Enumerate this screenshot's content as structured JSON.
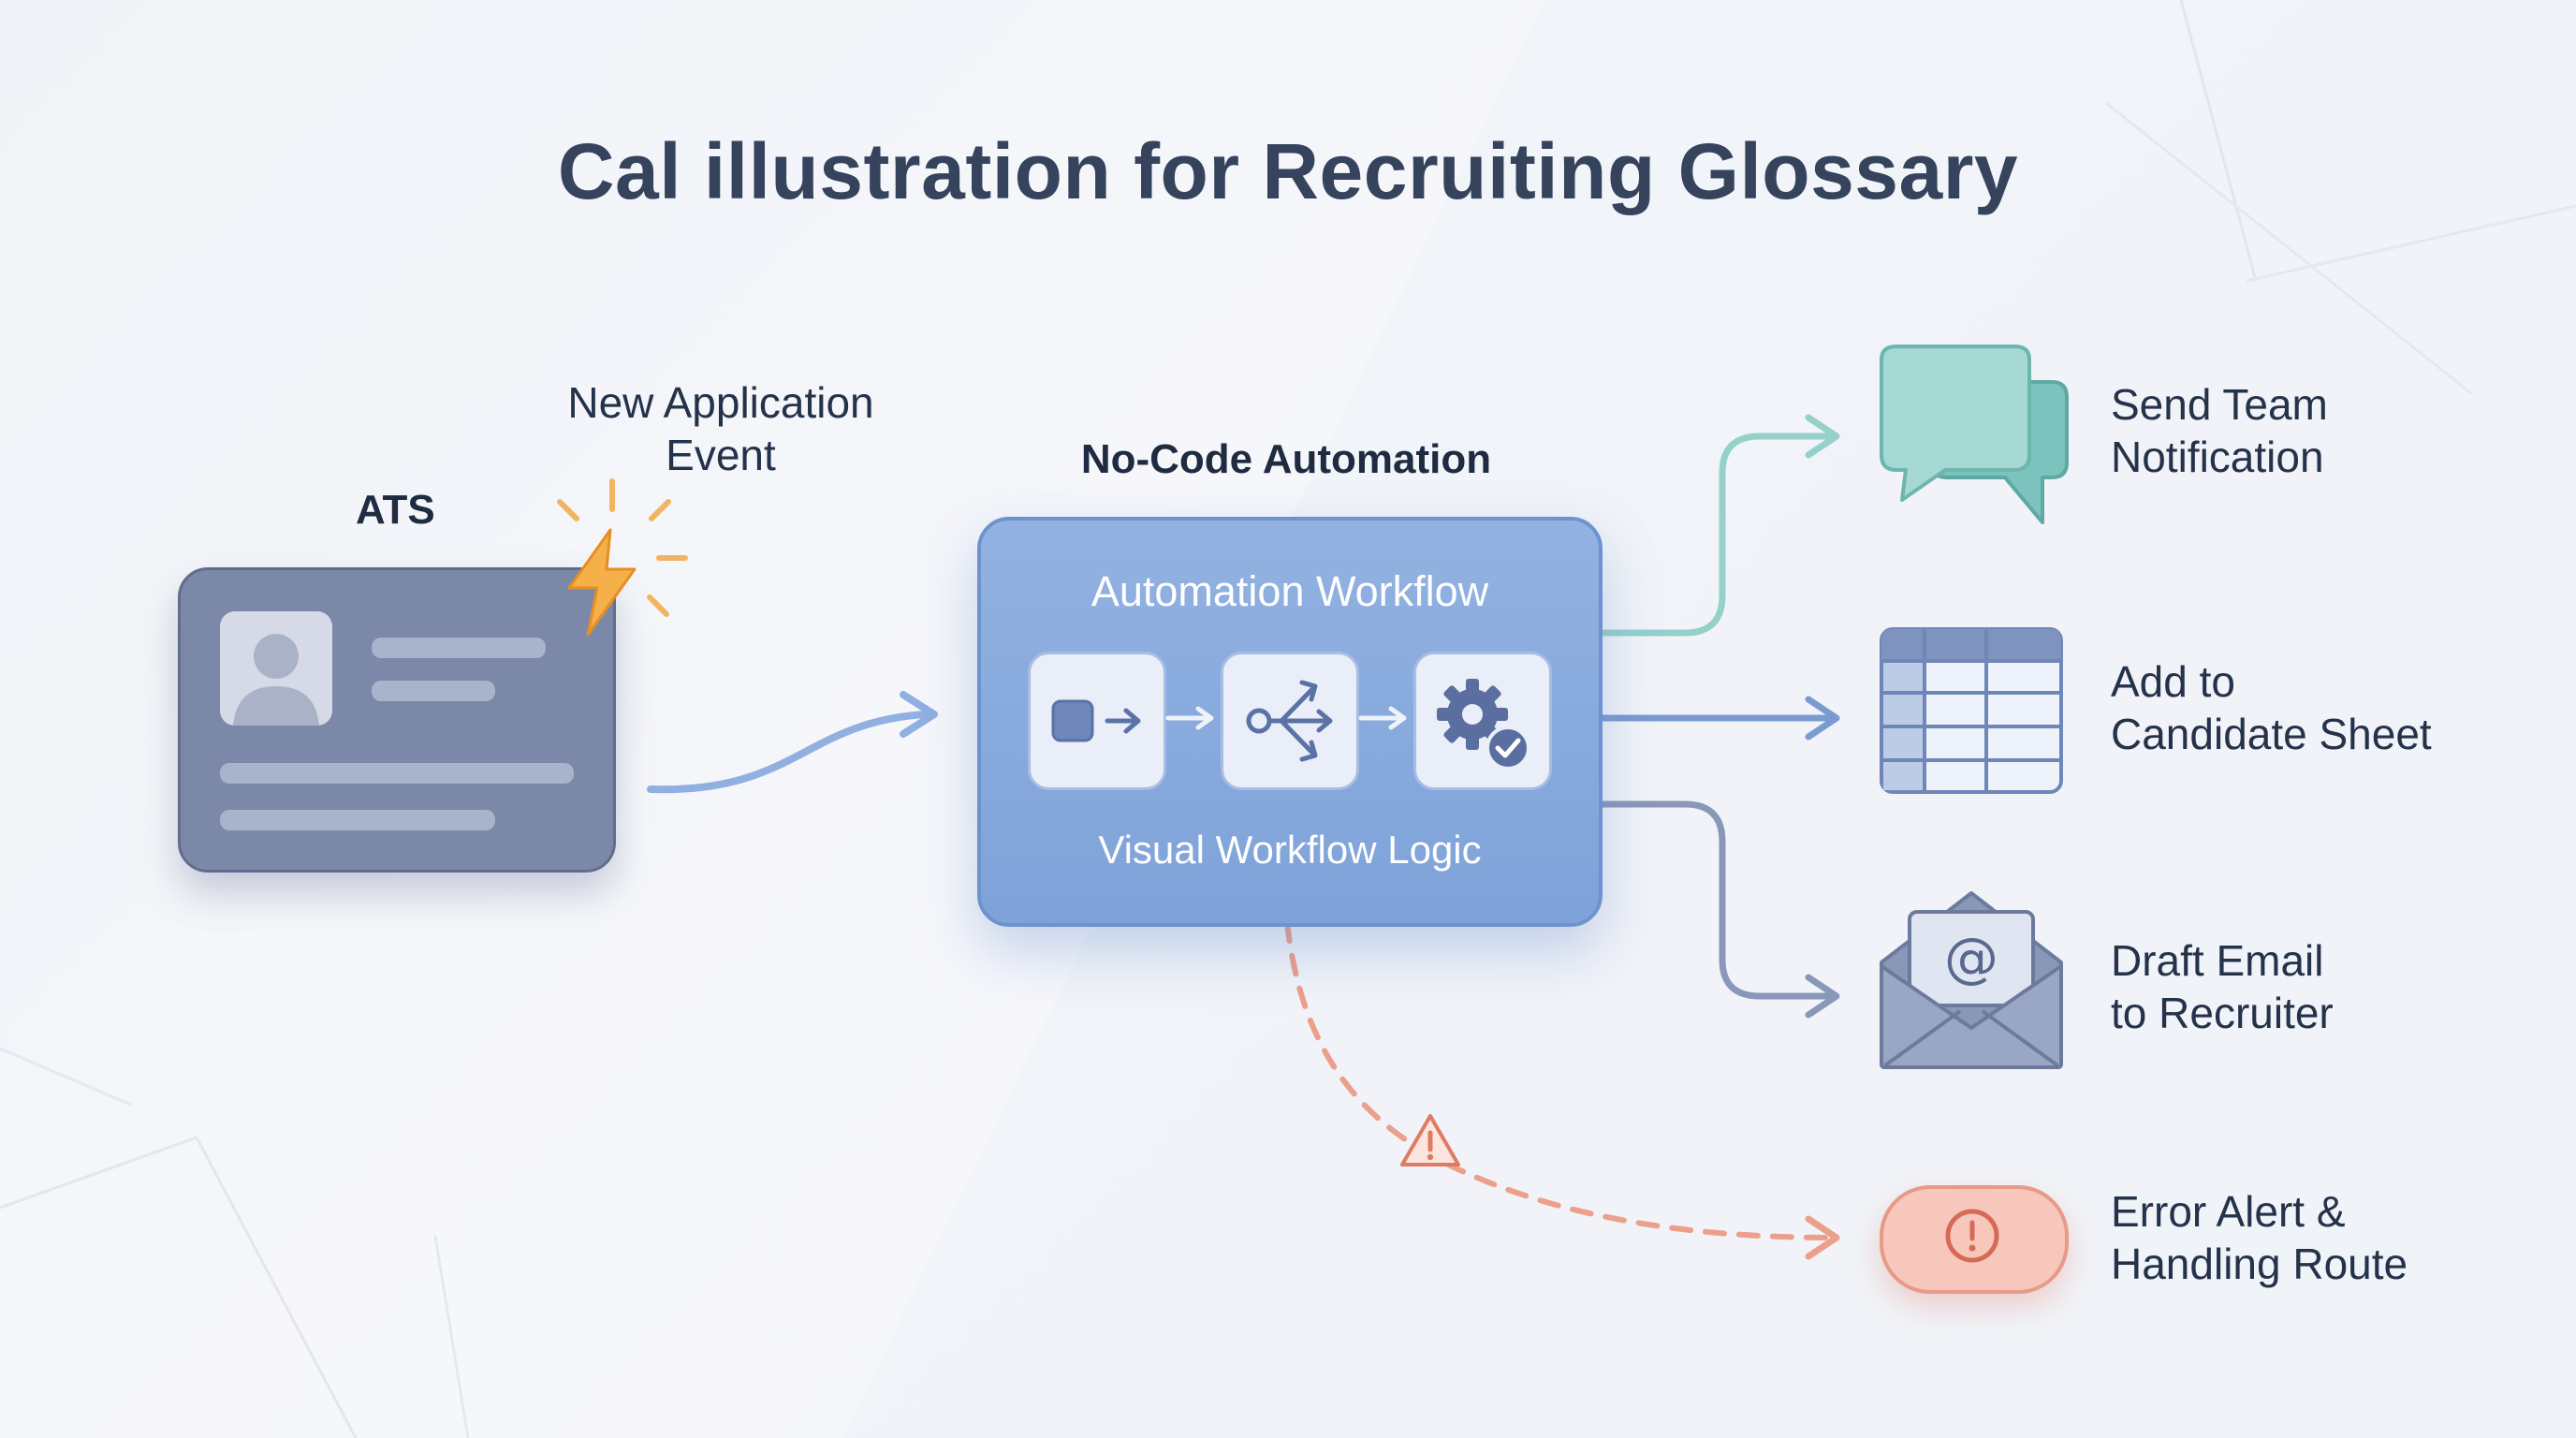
{
  "diagram": {
    "title": "Cal illustration for Recruiting Glossary",
    "source": {
      "label": "ATS",
      "event_label_line1": "New Application",
      "event_label_line2": "Event"
    },
    "automation": {
      "heading": "No-Code Automation",
      "box_title": "Automation Workflow",
      "box_subtitle": "Visual Workflow Logic",
      "steps": [
        "trigger-icon",
        "branch-icon",
        "gear-check-icon"
      ]
    },
    "outputs": [
      {
        "line1": "Send Team",
        "line2": "Notification",
        "icon": "chat-bubbles-icon"
      },
      {
        "line1": "Add to",
        "line2": "Candidate Sheet",
        "icon": "spreadsheet-icon"
      },
      {
        "line1": "Draft Email",
        "line2": "to Recruiter",
        "icon": "email-envelope-icon"
      },
      {
        "line1": "Error Alert &",
        "line2": "Handling Route",
        "icon": "error-alert-icon"
      }
    ],
    "colors": {
      "automation": "#7ea2d9",
      "notification": "#8ecdc8",
      "sheet": "#7e94be",
      "email": "#8a98b8",
      "error": "#ea9886",
      "lightning": "#f3a640"
    }
  }
}
